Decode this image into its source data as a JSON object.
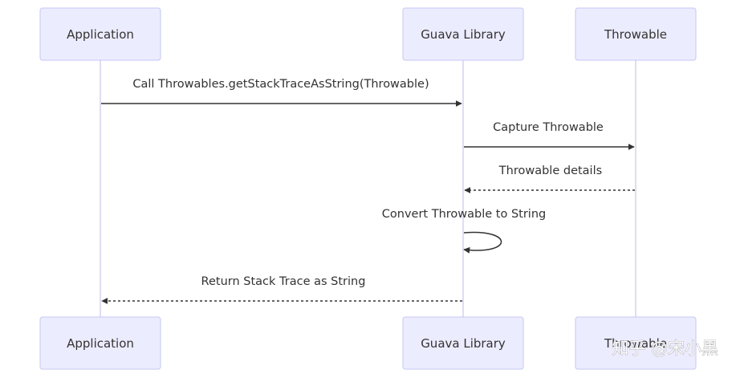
{
  "participants": [
    {
      "id": "app",
      "label": "Application"
    },
    {
      "id": "guava",
      "label": "Guava Library"
    },
    {
      "id": "throwable",
      "label": "Throwable"
    }
  ],
  "messages": [
    {
      "from": "app",
      "to": "guava",
      "label": "Call Throwables.getStackTraceAsString(Throwable)",
      "style": "solid"
    },
    {
      "from": "guava",
      "to": "throwable",
      "label": "Capture Throwable",
      "style": "solid"
    },
    {
      "from": "throwable",
      "to": "guava",
      "label": "Throwable details",
      "style": "dashed"
    },
    {
      "from": "guava",
      "to": "guava",
      "label": "Convert Throwable to String",
      "style": "solid"
    },
    {
      "from": "guava",
      "to": "app",
      "label": "Return Stack Trace as String",
      "style": "dashed"
    }
  ],
  "watermark": "知乎 @宋小黑",
  "colors": {
    "actor_fill": "#ececff",
    "actor_stroke": "#c5c7f2",
    "lifeline": "#d6d6f2",
    "text": "#333333"
  }
}
